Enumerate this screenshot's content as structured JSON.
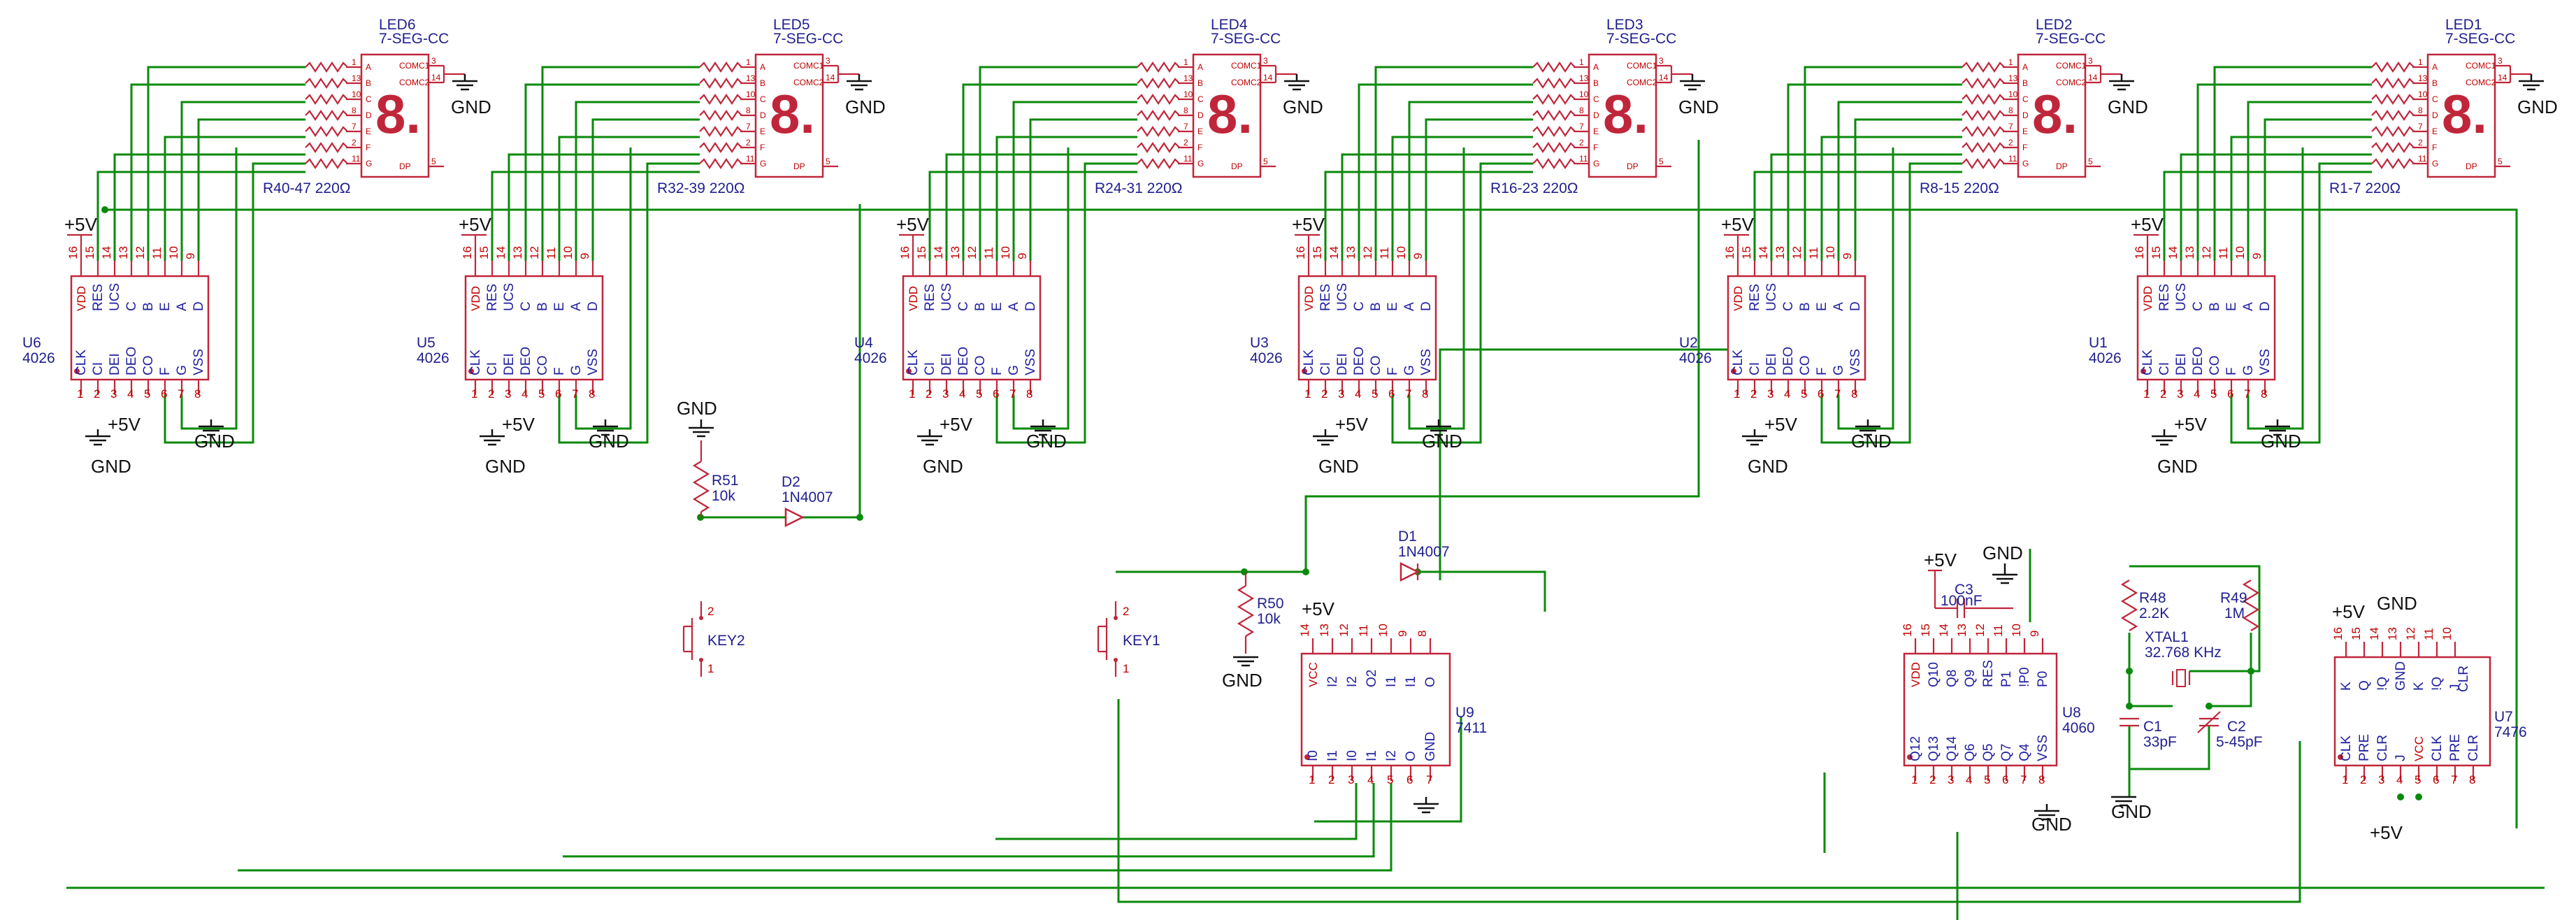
{
  "stages": [
    {
      "led_ref": "LED6",
      "led_type": "7-SEG-CC",
      "res_label": "R40-47 220Ω",
      "ic_ref": "U6",
      "ic_type": "4026"
    },
    {
      "led_ref": "LED5",
      "led_type": "7-SEG-CC",
      "res_label": "R32-39 220Ω",
      "ic_ref": "U5",
      "ic_type": "4026"
    },
    {
      "led_ref": "LED4",
      "led_type": "7-SEG-CC",
      "res_label": "R24-31 220Ω",
      "ic_ref": "U4",
      "ic_type": "4026"
    },
    {
      "led_ref": "LED3",
      "led_type": "7-SEG-CC",
      "res_label": "R16-23 220Ω",
      "ic_ref": "U3",
      "ic_type": "4026"
    },
    {
      "led_ref": "LED2",
      "led_type": "7-SEG-CC",
      "res_label": "R8-15  220Ω",
      "ic_ref": "U2",
      "ic_type": "4026"
    },
    {
      "led_ref": "LED1",
      "led_type": "7-SEG-CC",
      "res_label": "R1-7  220Ω",
      "ic_ref": "U1",
      "ic_type": "4026"
    }
  ],
  "led_pins": {
    "left": [
      "A",
      "B",
      "C",
      "D",
      "E",
      "F",
      "G"
    ],
    "right": [
      "COMC1",
      "COMC2",
      "DP"
    ],
    "left_nums": [
      "1",
      "13",
      "10",
      "8",
      "7",
      "2",
      "11"
    ],
    "right_nums": [
      "3",
      "14",
      "5"
    ],
    "digit": "8."
  },
  "counter_pins": {
    "top_names": [
      "VDD",
      "RES",
      "UCS",
      "C",
      "B",
      "E",
      "A",
      "D"
    ],
    "top_nums": [
      "16",
      "15",
      "14",
      "13",
      "12",
      "11",
      "10",
      "9"
    ],
    "bottom_names": [
      "CLK",
      "CI",
      "DEI",
      "DEO",
      "CO",
      "F",
      "G",
      "VSS"
    ],
    "bottom_nums": [
      "1",
      "2",
      "3",
      "4",
      "5",
      "6",
      "7",
      "8"
    ]
  },
  "power": {
    "vcc": "+5V",
    "gnd": "GND"
  },
  "parts": {
    "r51": {
      "ref": "R51",
      "value": "10k"
    },
    "r50": {
      "ref": "R50",
      "value": "10k"
    },
    "d2": {
      "ref": "D2",
      "value": "1N4007"
    },
    "d1": {
      "ref": "D1",
      "value": "1N4007"
    },
    "key2": {
      "ref": "KEY2",
      "pin_top": "2",
      "pin_bot": "1"
    },
    "key1": {
      "ref": "KEY1",
      "pin_top": "2",
      "pin_bot": "1"
    },
    "c3": {
      "ref": "C3",
      "value": "100nF"
    },
    "r48": {
      "ref": "R48",
      "value": "2.2K"
    },
    "r49": {
      "ref": "R49",
      "value": "1M"
    },
    "xtal1": {
      "ref": "XTAL1",
      "value": "32.768 KHz"
    },
    "c1": {
      "ref": "C1",
      "value": "33pF"
    },
    "c2": {
      "ref": "C2",
      "value": "5-45pF"
    }
  },
  "u9": {
    "ref": "U9",
    "type": "7411",
    "top_names": [
      "VCC",
      "I2",
      "I2",
      "O2",
      "I1",
      "I1",
      "O"
    ],
    "top_nums": [
      "14",
      "13",
      "12",
      "11",
      "10",
      "9",
      "8"
    ],
    "bot_names": [
      "I0",
      "I1",
      "I0",
      "I1",
      "I2",
      "O",
      "GND"
    ],
    "bot_nums": [
      "1",
      "2",
      "3",
      "4",
      "5",
      "6",
      "7"
    ]
  },
  "u8": {
    "ref": "U8",
    "type": "4060",
    "top_names": [
      "VDD",
      "Q10",
      "Q8",
      "Q9",
      "RES",
      "P1",
      "!P0",
      "P0"
    ],
    "top_nums": [
      "16",
      "15",
      "14",
      "13",
      "12",
      "11",
      "10",
      "9"
    ],
    "bot_names": [
      "Q12",
      "Q13",
      "Q14",
      "Q6",
      "Q5",
      "Q7",
      "Q4",
      "VSS"
    ],
    "bot_nums": [
      "1",
      "2",
      "3",
      "4",
      "5",
      "6",
      "7",
      "8"
    ]
  },
  "u7": {
    "ref": "U7",
    "type": "7476",
    "top_names": [
      "K",
      "Q",
      "!Q",
      "GND",
      "K",
      "!Q",
      "J"
    ],
    "top_nums": [
      "16",
      "15",
      "14",
      "13",
      "12",
      "11",
      "10",
      "9"
    ],
    "bot_names": [
      "CLK",
      "PRE",
      "CLR",
      "J",
      "VCC",
      "CLK",
      "PRE",
      "CLR"
    ],
    "bot_nums": [
      "1",
      "2",
      "3",
      "4",
      "5",
      "6",
      "7",
      "8"
    ],
    "top_extra": "CLR"
  }
}
